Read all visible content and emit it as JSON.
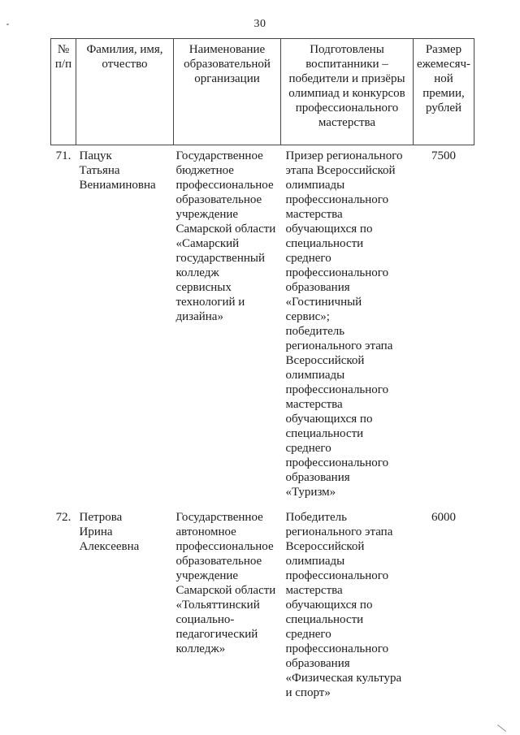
{
  "page_number": "30",
  "table": {
    "headers": [
      "№\nп/п",
      "Фамилия, имя,\nотчество",
      "Наименование\nобразовательной\nорганизации",
      "Подготовлены\nвоспитанники –\nпобедители и призёры\nолимпиад и конкурсов\nпрофессионального\nмастерства",
      "Размер\nежемесяч-\nной\nпремии,\nрублей"
    ],
    "rows": [
      {
        "num": "71.",
        "name": "Пацук\nТатьяна\nВениаминовна",
        "organization": "Государственное\nбюджетное\nпрофессиональное\nобразовательное\nучреждение\nСамарской области\n«Самарский\nгосударственный\nколледж\nсервисных\nтехнологий и\nдизайна»",
        "achievement": "Призер регионального\nэтапа Всероссийской\nолимпиады\nпрофессионального\nмастерства\nобучающихся по\nспециальности\nсреднего\nпрофессионального\nобразования\n«Гостиничный\nсервис»;\nпобедитель\nрегионального этапа\nВсероссийской\nолимпиады\nпрофессионального\nмастерства\nобучающихся по\nспециальности\nсреднего\nпрофессионального\nобразования\n«Туризм»",
        "premium": "7500"
      },
      {
        "num": "72.",
        "name": "Петрова\nИрина\nАлексеевна",
        "organization": "Государственное\nавтономное\nпрофессиональное\nобразовательное\nучреждение\nСамарской области\n«Тольяттинский\nсоциально-\nпедагогический\nколледж»",
        "achievement": "Победитель\nрегионального этапа\nВсероссийской\nолимпиады\nпрофессионального\nмастерства\nобучающихся по\nспециальности\nсреднего\nпрофессионального\nобразования\n«Физическая культура\nи спорт»",
        "premium": "6000"
      }
    ]
  }
}
